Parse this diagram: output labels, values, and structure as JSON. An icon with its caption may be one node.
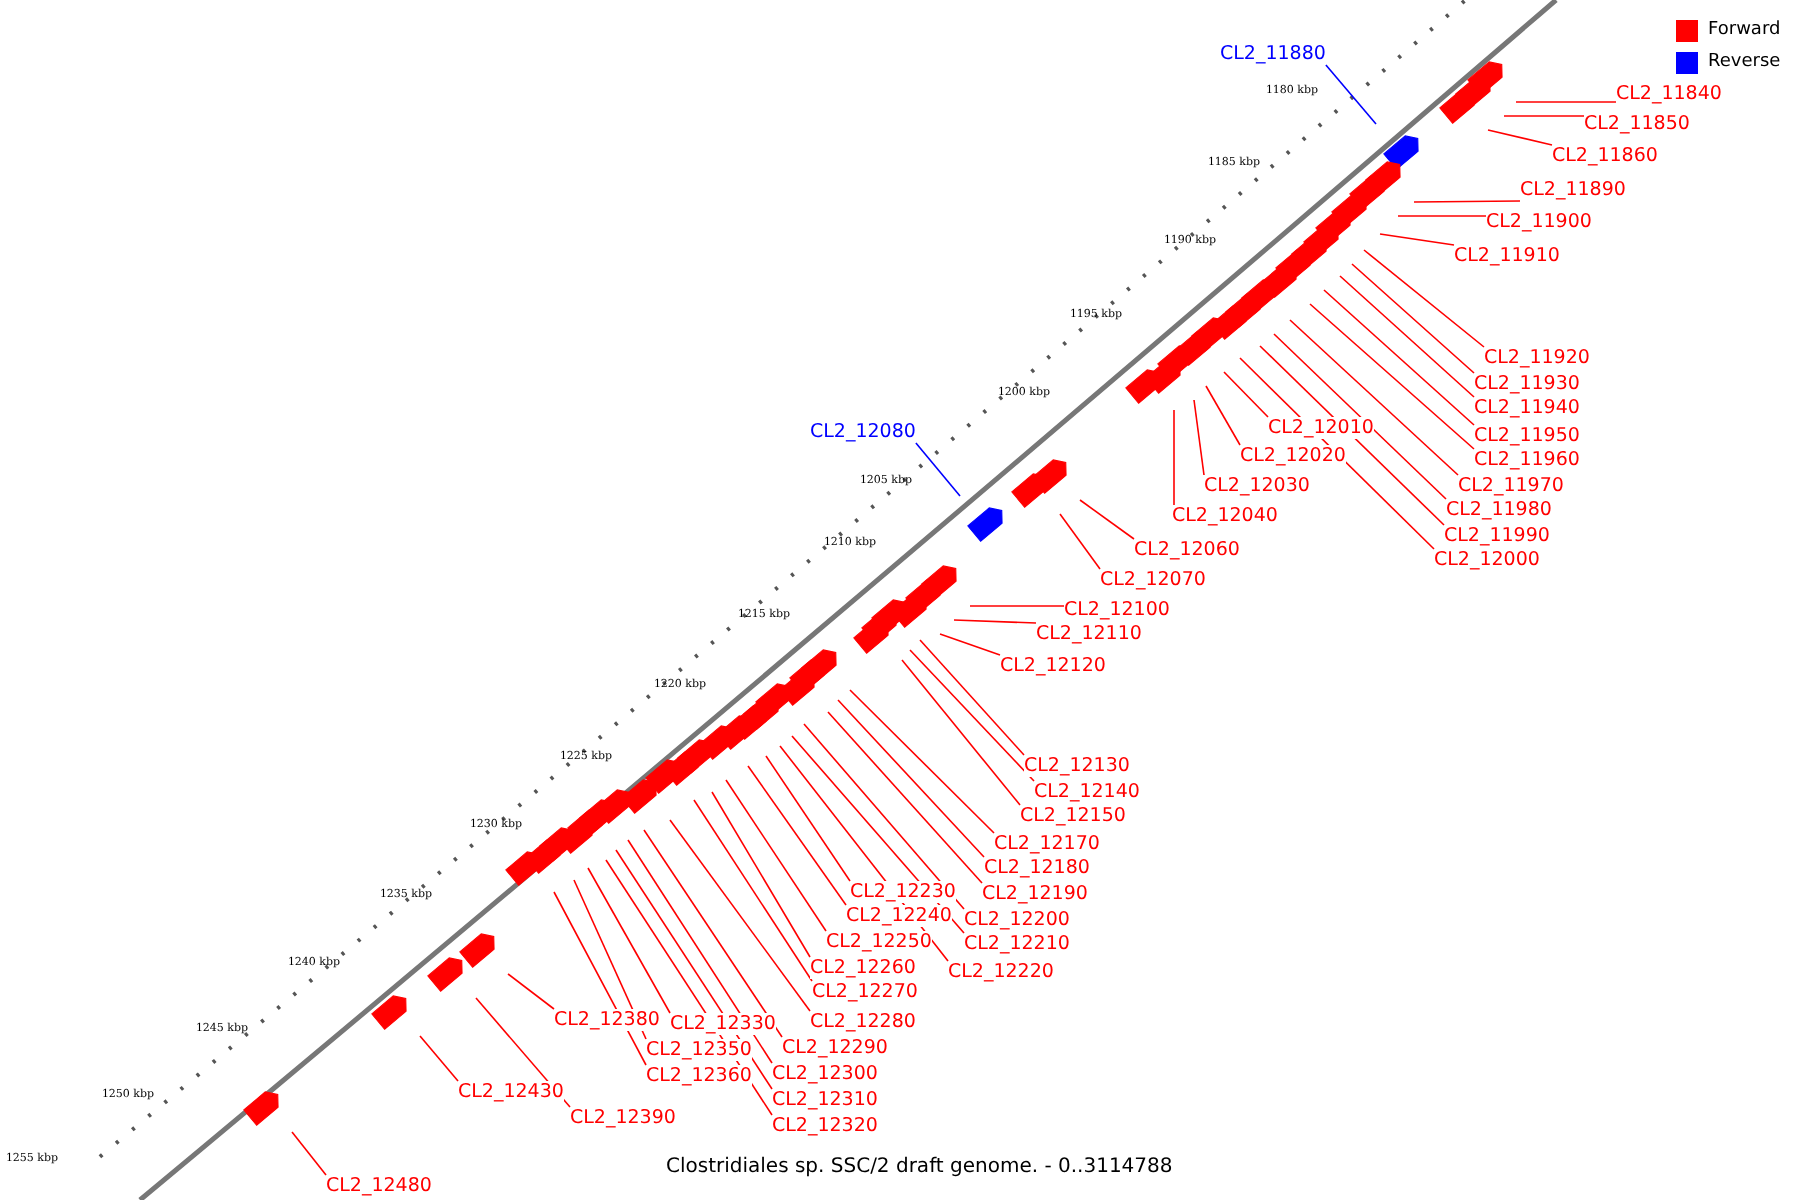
{
  "diagram": {
    "caption": "Clostridiales sp. SSC/2 draft genome. - 0..3114788",
    "nodes": [
      {
        "text": [
          "CL2_11880"
        ]
      },
      {
        "text": [
          "CL2_11840"
        ]
      },
      {
        "text": [
          "CL2_11850"
        ]
      },
      {
        "text": [
          "CL2_11860"
        ]
      },
      {
        "text": [
          "CL2_11890"
        ]
      },
      {
        "text": [
          "CL2_11900"
        ]
      },
      {
        "text": [
          "CL2_11910"
        ]
      },
      {
        "text": [
          "CL2_11920"
        ]
      },
      {
        "text": [
          "CL2_11930"
        ]
      },
      {
        "text": [
          "CL2_11940"
        ]
      },
      {
        "text": [
          "CL2_11950"
        ]
      },
      {
        "text": [
          "CL2_11960"
        ]
      },
      {
        "text": [
          "CL2_11970"
        ]
      },
      {
        "text": [
          "CL2_11980"
        ]
      },
      {
        "text": [
          "CL2_11990"
        ]
      },
      {
        "text": [
          "CL2_12000"
        ]
      },
      {
        "text": [
          "CL2_12010"
        ]
      },
      {
        "text": [
          "CL2_12020"
        ]
      },
      {
        "text": [
          "CL2_12030"
        ]
      },
      {
        "text": [
          "CL2_12040"
        ]
      },
      {
        "text": [
          "CL2_12080"
        ]
      },
      {
        "text": [
          "CL2_12060"
        ]
      },
      {
        "text": [
          "CL2_12070"
        ]
      },
      {
        "text": [
          "CL2_12100"
        ]
      },
      {
        "text": [
          "CL2_12110"
        ]
      },
      {
        "text": [
          "CL2_12120"
        ]
      },
      {
        "text": [
          "CL2_12130"
        ]
      },
      {
        "text": [
          "CL2_12140"
        ]
      },
      {
        "text": [
          "CL2_12150"
        ]
      },
      {
        "text": [
          "CL2_12170"
        ]
      },
      {
        "text": [
          "CL2_12180"
        ]
      },
      {
        "text": [
          "CL2_12190"
        ]
      },
      {
        "text": [
          "CL2_12200"
        ]
      },
      {
        "text": [
          "CL2_12210"
        ]
      },
      {
        "text": [
          "CL2_12220"
        ]
      },
      {
        "text": [
          "CL2_12230"
        ]
      },
      {
        "text": [
          "CL2_12240"
        ]
      },
      {
        "text": [
          "CL2_12250"
        ]
      },
      {
        "text": [
          "CL2_12260"
        ]
      },
      {
        "text": [
          "CL2_12270"
        ]
      },
      {
        "text": [
          "CL2_12280"
        ]
      },
      {
        "text": [
          "CL2_12290"
        ]
      },
      {
        "text": [
          "CL2_12300"
        ]
      },
      {
        "text": [
          "CL2_12310"
        ]
      },
      {
        "text": [
          "CL2_12320"
        ]
      },
      {
        "text": [
          "CL2_12330"
        ]
      },
      {
        "text": [
          "CL2_12350"
        ]
      },
      {
        "text": [
          "CL2_12360"
        ]
      },
      {
        "text": [
          "CL2_12380"
        ]
      },
      {
        "text": [
          "CL2_12390"
        ]
      },
      {
        "text": [
          "CL2_12430"
        ]
      },
      {
        "text": [
          "CL2_12480"
        ]
      }
    ],
    "edges": [
      {
        "from": 0,
        "to": null,
        "arrow": "none",
        "color": "#0000ff"
      },
      {
        "from": 1,
        "to": null,
        "arrow": "none"
      },
      {
        "from": 2,
        "to": null,
        "arrow": "none"
      },
      {
        "from": 3,
        "to": null,
        "arrow": "none"
      },
      {
        "from": 4,
        "to": null,
        "arrow": "none"
      },
      {
        "from": 5,
        "to": null,
        "arrow": "none"
      },
      {
        "from": 6,
        "to": null,
        "arrow": "none"
      },
      {
        "from": 7,
        "to": null,
        "arrow": "none"
      },
      {
        "from": 8,
        "to": null,
        "arrow": "none"
      },
      {
        "from": 9,
        "to": null,
        "arrow": "none"
      },
      {
        "from": 10,
        "to": null,
        "arrow": "none"
      },
      {
        "from": 11,
        "to": null,
        "arrow": "none"
      },
      {
        "from": 12,
        "to": null,
        "arrow": "none"
      },
      {
        "from": 13,
        "to": null,
        "arrow": "none"
      },
      {
        "from": 14,
        "to": null,
        "arrow": "none"
      },
      {
        "from": 15,
        "to": null,
        "arrow": "none"
      },
      {
        "from": 16,
        "to": null,
        "arrow": "none"
      },
      {
        "from": 17,
        "to": null,
        "arrow": "none"
      },
      {
        "from": 18,
        "to": null,
        "arrow": "none"
      },
      {
        "from": 19,
        "to": null,
        "arrow": "none"
      },
      {
        "from": 20,
        "to": null,
        "arrow": "none",
        "color": "#0000ff"
      },
      {
        "from": 21,
        "to": null,
        "arrow": "none"
      },
      {
        "from": 22,
        "to": null,
        "arrow": "none"
      },
      {
        "from": 23,
        "to": null,
        "arrow": "none"
      },
      {
        "from": 24,
        "to": null,
        "arrow": "none"
      },
      {
        "from": 25,
        "to": null,
        "arrow": "none"
      },
      {
        "from": 26,
        "to": null,
        "arrow": "none"
      },
      {
        "from": 27,
        "to": null,
        "arrow": "none"
      },
      {
        "from": 28,
        "to": null,
        "arrow": "none"
      },
      {
        "from": 29,
        "to": null,
        "arrow": "none"
      },
      {
        "from": 30,
        "to": null,
        "arrow": "none"
      },
      {
        "from": 31,
        "to": null,
        "arrow": "none"
      },
      {
        "from": 32,
        "to": null,
        "arrow": "none"
      },
      {
        "from": 33,
        "to": null,
        "arrow": "none"
      },
      {
        "from": 34,
        "to": null,
        "arrow": "none"
      },
      {
        "from": 35,
        "to": null,
        "arrow": "none"
      },
      {
        "from": 36,
        "to": null,
        "arrow": "none"
      },
      {
        "from": 37,
        "to": null,
        "arrow": "none"
      },
      {
        "from": 38,
        "to": null,
        "arrow": "none"
      },
      {
        "from": 39,
        "to": null,
        "arrow": "none"
      },
      {
        "from": 40,
        "to": null,
        "arrow": "none"
      },
      {
        "from": 41,
        "to": null,
        "arrow": "none"
      },
      {
        "from": 42,
        "to": null,
        "arrow": "none"
      },
      {
        "from": 43,
        "to": null,
        "arrow": "none"
      },
      {
        "from": 44,
        "to": null,
        "arrow": "none"
      },
      {
        "from": 45,
        "to": null,
        "arrow": "none"
      },
      {
        "from": 46,
        "to": null,
        "arrow": "none"
      },
      {
        "from": 47,
        "to": null,
        "arrow": "none"
      },
      {
        "from": 48,
        "to": null,
        "arrow": "none"
      },
      {
        "from": 49,
        "to": null,
        "arrow": "none"
      },
      {
        "from": 50,
        "to": null,
        "arrow": "none"
      },
      {
        "from": 51,
        "to": null,
        "arrow": "none"
      }
    ],
    "labels": [
      "1180 kbp",
      "1185 kbp",
      "1190 kbp",
      "1195 kbp",
      "1200 kbp",
      "1205 kbp",
      "1210 kbp",
      "1215 kbp",
      "1220 kbp",
      "1225 kbp",
      "1230 kbp",
      "1235 kbp",
      "1240 kbp",
      "1245 kbp",
      "1250 kbp",
      "1255 kbp"
    ],
    "legend": [
      {
        "text": "Forward",
        "color": "#ff0000"
      },
      {
        "text": "Reverse",
        "color": "#0000ff"
      }
    ]
  }
}
